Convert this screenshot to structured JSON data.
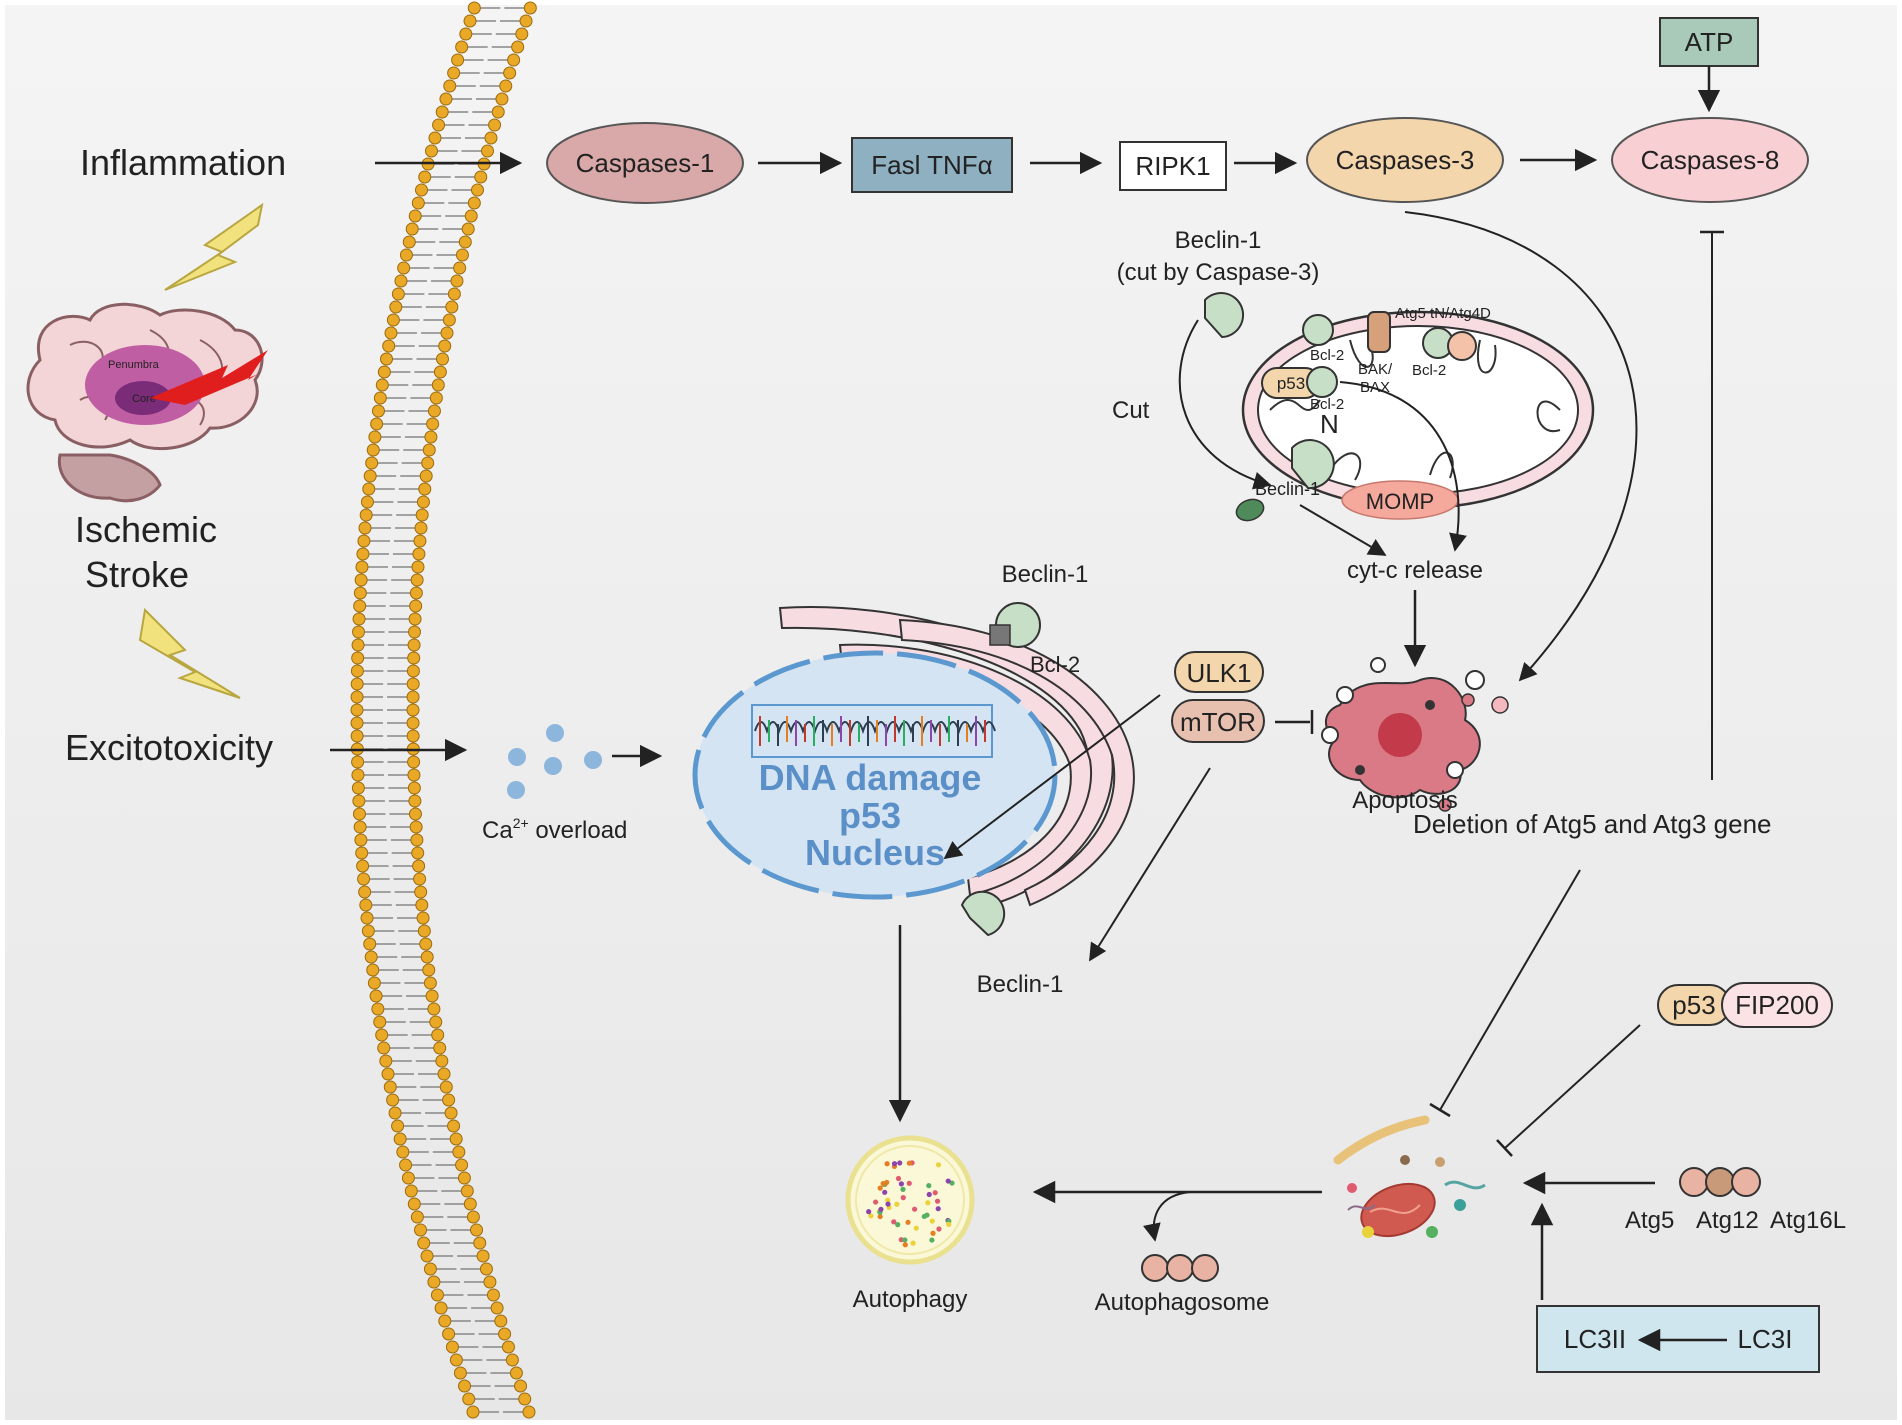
{
  "labels": {
    "inflammation": "Inflammation",
    "ischemic": "Ischemic",
    "stroke": "Stroke",
    "excitotoxicity": "Excitotoxicity",
    "penumbra": "Penumbra",
    "core": "Core",
    "ca_overload_main": "Ca",
    "ca_overload_sup": "2+",
    "ca_overload_rest": " overload",
    "caspases1": "Caspases-1",
    "fasl": "Fasl TNFα",
    "ripk1": "RIPK1",
    "caspases3": "Caspases-3",
    "caspases8": "Caspases-8",
    "atp": "ATP",
    "beclin1_cut_1": "Beclin-1",
    "beclin1_cut_2": "(cut by Caspase-3)",
    "cut": "Cut",
    "atg5_tn": "Atg5 tN/Atg4D",
    "bcl2_a": "Bcl-2",
    "bcl2_b": "Bcl-2",
    "bcl2_c": "Bcl-2",
    "bak_bax_1": "BAK/",
    "bak_bax_2": "BAX",
    "p53_mito": "p53",
    "n_label": "N",
    "beclin1_mito": "Beclin-1",
    "momp": "MOMP",
    "cytc": "cyt-c release",
    "beclin1_er": "Beclin-1",
    "bcl2_er": "Bcl-2",
    "dna_damage": "DNA damage",
    "p53_nucleus": "p53",
    "nucleus": "Nucleus",
    "ulk1": "ULK1",
    "mtor": "mTOR",
    "apoptosis": "Apoptosis",
    "deletion": "Deletion of Atg5 and Atg3 gene",
    "beclin1_bottom": "Beclin-1",
    "p53_fip": "p53",
    "fip200": "FIP200",
    "atg5": "Atg5",
    "atg12": "Atg12",
    "atg16l": "Atg16L",
    "autophagy": "Autophagy",
    "autophagosome": "Autophagosome",
    "lc3ii": "LC3II",
    "lc3i": "LC3I"
  },
  "colors": {
    "caspase1_fill": "#d9a8a8",
    "fasl_fill": "#8fb0c1",
    "caspase3_fill": "#f4d6ad",
    "caspase8_fill": "#f8d0d4",
    "atp_fill": "#a9c9b9",
    "lc3_fill": "#cfe6ef",
    "membrane_bead": "#e9a825",
    "nucleus_fill": "#d4e4f3",
    "nucleus_edge": "#5b98cf",
    "er_fill": "#f7dde1",
    "beclin_green": "#c7dfc7",
    "lightning": "#f1e27d"
  },
  "icons": {
    "lightning_top": "lightning-icon",
    "lightning_bottom": "lightning-icon",
    "brain": "brain-icon",
    "apoptotic_cell": "apoptotic-cell-icon",
    "mitochondrion": "mitochondrion-icon"
  }
}
